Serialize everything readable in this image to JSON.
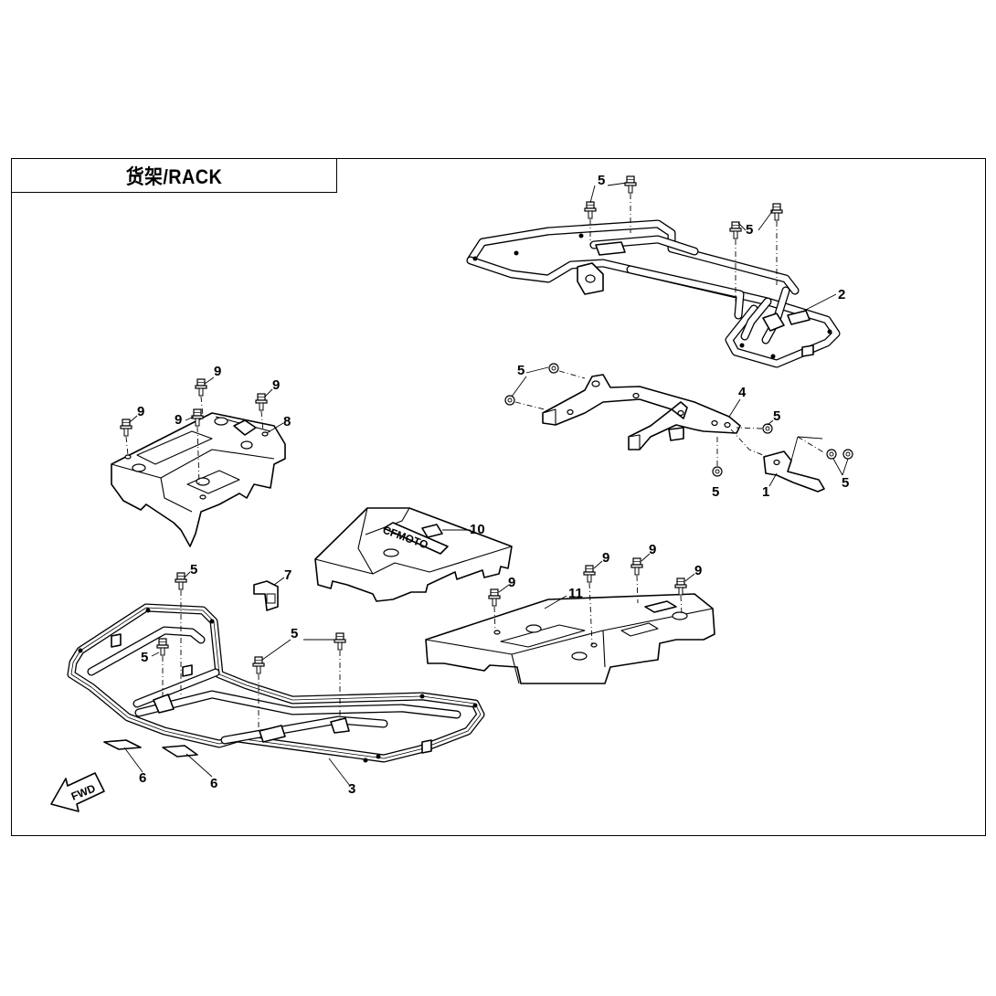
{
  "title": "货架/RACK",
  "fwd_label": "FWD",
  "callouts": {
    "c1": "1",
    "c2": "2",
    "c3": "3",
    "c4": "4",
    "c5a": "5",
    "c5b": "5",
    "c5c": "5",
    "c5d": "5",
    "c5e": "5",
    "c5f": "5",
    "c5g": "5",
    "c5h": "5",
    "c5i": "5",
    "c6a": "6",
    "c6b": "6",
    "c7": "7",
    "c8": "8",
    "c9a": "9",
    "c9b": "9",
    "c9c": "9",
    "c9d": "9",
    "c9e": "9",
    "c9f": "9",
    "c9g": "9",
    "c9h": "9",
    "c10": "10",
    "c11": "11"
  }
}
